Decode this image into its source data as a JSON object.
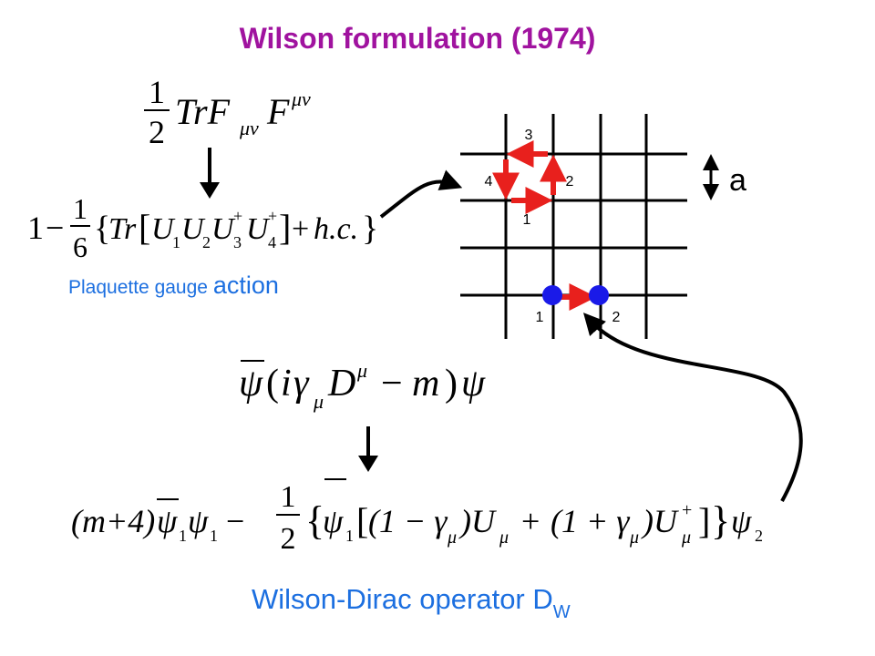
{
  "title": "Wilson formulation (1974)",
  "gauge_term": {
    "frac_num": "1",
    "frac_den": "2",
    "expr": "TrF",
    "sub": "μν",
    "F2": "F",
    "sup": "μν"
  },
  "plaquette_formula": {
    "one": "1",
    "minus": "−",
    "frac_num": "1",
    "frac_den": "6",
    "brace_open": "{",
    "tr": "Tr",
    "bracket_open": "[",
    "U1": "U",
    "s1": "1",
    "U2": "U",
    "s2": "2",
    "U3": "U",
    "s3": "3",
    "p3": "+",
    "U4": "U",
    "s4": "4",
    "p4": "+",
    "bracket_close": "]",
    "plus": "+",
    "hc": "h.c.",
    "brace_close": "}"
  },
  "plaquette_caption": {
    "part1": "Plaquette gauge ",
    "part2": "action"
  },
  "lattice": {
    "plaquette_labels": [
      "1",
      "2",
      "3",
      "4"
    ],
    "link_labels": [
      "1",
      "2"
    ],
    "spacing_label": "a",
    "link_color": "#e8201d",
    "site_color": "#1a1ae8"
  },
  "dirac_term": {
    "psibar": "ψ",
    "open": "(",
    "i": "i",
    "gamma": "γ",
    "gsub": "μ",
    "D": "D",
    "Dsup": "μ",
    "minus": "−",
    "m": "m",
    "close": ")",
    "psi": "ψ"
  },
  "wilson_formula": {
    "lead": "(m+4)",
    "psibar1": "ψ",
    "s1": "1",
    "psi1": "ψ",
    "s1b": "1",
    "minus": "−",
    "frac_num": "1",
    "frac_den": "2",
    "brace_open": "{",
    "psibar2": "ψ",
    "s2": "1",
    "br_open": "[",
    "t1": "(1 − γ",
    "t1sub": "μ",
    "t1c": ")U",
    "t1usub": "μ",
    "plus": "+",
    "t2": "(1 + γ",
    "t2sub": "μ",
    "t2c": ")U",
    "t2sup": "+",
    "t2usub": "μ",
    "br_close": "]",
    "brace_close": "}",
    "psi2": "ψ",
    "s3": "2"
  },
  "operator_caption": {
    "text": "Wilson-Dirac operator  D",
    "sub": "W"
  }
}
